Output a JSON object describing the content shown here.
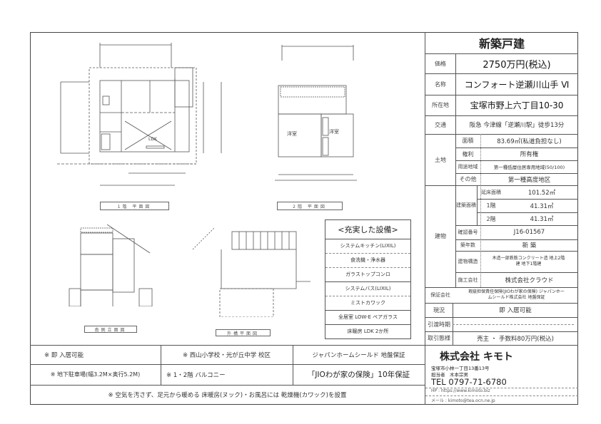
{
  "header": {
    "title": "新築戸建"
  },
  "specs": {
    "price": {
      "label": "価格",
      "value": "2750万円(税込)"
    },
    "name": {
      "label": "名称",
      "value": "コンフォート逆瀬川山手 Ⅵ"
    },
    "address": {
      "label": "所在地",
      "value": "宝塚市野上六丁目10-30"
    },
    "transport": {
      "label": "交通",
      "value": "阪急 今津線「逆瀬川駅」徒歩13分"
    },
    "land": {
      "label": "土地",
      "rows": [
        {
          "label": "面積",
          "value": "83.69㎡(私道負担なし)"
        },
        {
          "label": "権利",
          "value": "所有権"
        },
        {
          "label": "用途地域",
          "value": "第一種低層住居専用地域(50/100)"
        },
        {
          "label": "その他",
          "value": "第一種高度地区"
        }
      ]
    },
    "building": {
      "label": "建物",
      "area_label": "建築面積",
      "total": {
        "label": "延床面積",
        "value": "101.52㎡"
      },
      "floor1": {
        "label": "1階",
        "value": "41.31㎡"
      },
      "floor2": {
        "label": "2階",
        "value": "41.31㎡"
      },
      "confirm": {
        "label": "確認番号",
        "value": "J16-01567"
      },
      "age": {
        "label": "築年数",
        "value": "新 築"
      },
      "structure": {
        "label": "建物構造",
        "value": "木造一部鉄筋コンクリート造 地上2階建 地下1階建"
      },
      "builder": {
        "label": "施工会社",
        "value": "株式会社クラウド"
      }
    },
    "warranty": {
      "label": "保証会社",
      "value": "瑕疵担保責任保険(JIOわが家の保険) ジャパンホームシールド株式会社 地盤保証"
    },
    "status": {
      "label": "現況",
      "value": "即 入居可能"
    },
    "delivery": {
      "label": "引渡時期",
      "value": ""
    },
    "transaction": {
      "label": "取引態様",
      "value": "売主 ・ 手数料80万円(税込)"
    }
  },
  "equipment": {
    "title": "<充実した設備>",
    "items": [
      "システムキッチン(LIXIL)",
      "食洗機・浄水器",
      "ガラストップコンロ",
      "システムバス(LIXIL)",
      "ミストカワック",
      "全居室 LOW-E ペアガラス",
      "床暖房 LDK 2か所"
    ]
  },
  "plans": {
    "floor1_caption": "1階 平面図",
    "floor2_caption": "2階 平面図",
    "elevation_caption": "南側立面図",
    "exterior_caption": "外構平面図",
    "room_labels": [
      "洋室",
      "洋室",
      "LDK"
    ]
  },
  "features": [
    "※ 即 入居可能",
    "※ 西山小学校・光が丘中学 校区",
    "ジャパンホームシールド 地盤保証",
    "※ 地下駐車場(幅3.2M×奥行5.2M)",
    "※ 1・2階 バルコニー",
    "「JIOわが家の保険」10年保証",
    "※ 空気を汚さず、足元から暖める 床暖房(ヌック)・お風呂には 乾燥機(カワック)を設置"
  ],
  "company": {
    "name": "株式会社 キモト",
    "address": "宝塚市小林一丁目13番13号",
    "contact": "担当者　木本宗男",
    "tel": "TEL 0797-71-6780",
    "hp": "HP : https://www.kimoto.biz",
    "mail": "メール : kimoto@tea.ocn.ne.jp"
  }
}
